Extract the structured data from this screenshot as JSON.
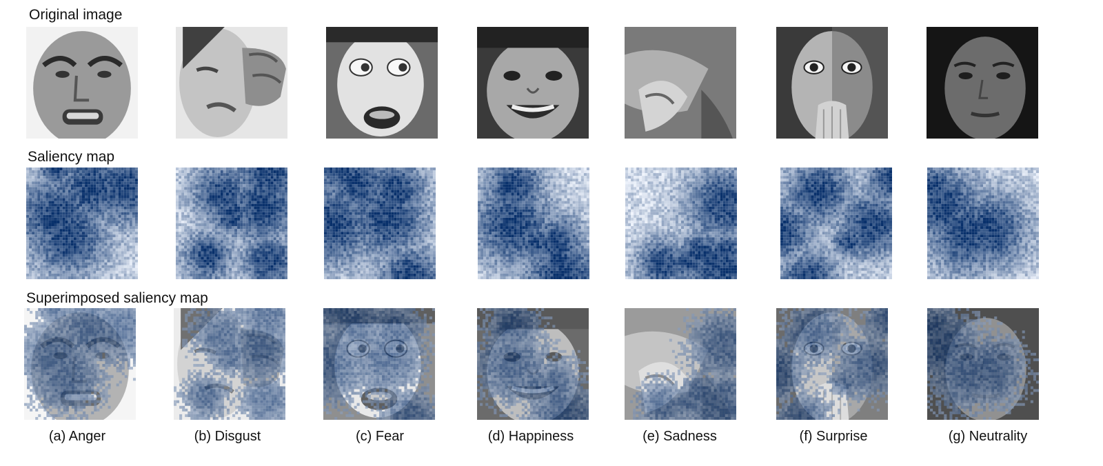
{
  "rows": {
    "original": "Original image",
    "saliency": "Saliency map",
    "superimposed": "Superimposed saliency map"
  },
  "columns": [
    {
      "caption": "(a) Anger"
    },
    {
      "caption": "(b) Disgust"
    },
    {
      "caption": "(c) Fear"
    },
    {
      "caption": "(d) Happiness"
    },
    {
      "caption": "(e) Sadness"
    },
    {
      "caption": "(f) Surprise"
    },
    {
      "caption": "(g) Neutrality"
    }
  ],
  "colors": {
    "saliency_low": "#f4f8ff",
    "saliency_high": "#08306b",
    "overlay_blue": "#2f6db3"
  }
}
